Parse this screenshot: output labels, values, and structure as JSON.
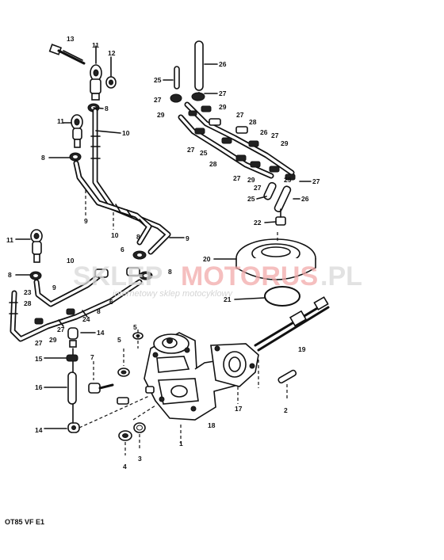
{
  "diagram": {
    "code": "OT85 VF E1",
    "watermark": {
      "brand_part1": "SKLEP",
      "brand_part2": "MOTORUS",
      "brand_part3": ".PL",
      "tagline": "internetowy sklep motocyklowy"
    },
    "labels": {
      "l1": "1",
      "l2": "2",
      "l3": "3",
      "l4": "4",
      "l5": "5",
      "l6": "6",
      "l7": "7",
      "l8": "8",
      "l9": "9",
      "l10": "10",
      "l11": "11",
      "l12": "12",
      "l13": "13",
      "l14": "14",
      "l15": "15",
      "l16": "16",
      "l17": "17",
      "l18": "18",
      "l19": "19",
      "l20": "20",
      "l21": "21",
      "l22": "22",
      "l23": "23",
      "l24": "24",
      "l25": "25",
      "l26": "26",
      "l27": "27",
      "l28": "28",
      "l29": "29"
    }
  }
}
